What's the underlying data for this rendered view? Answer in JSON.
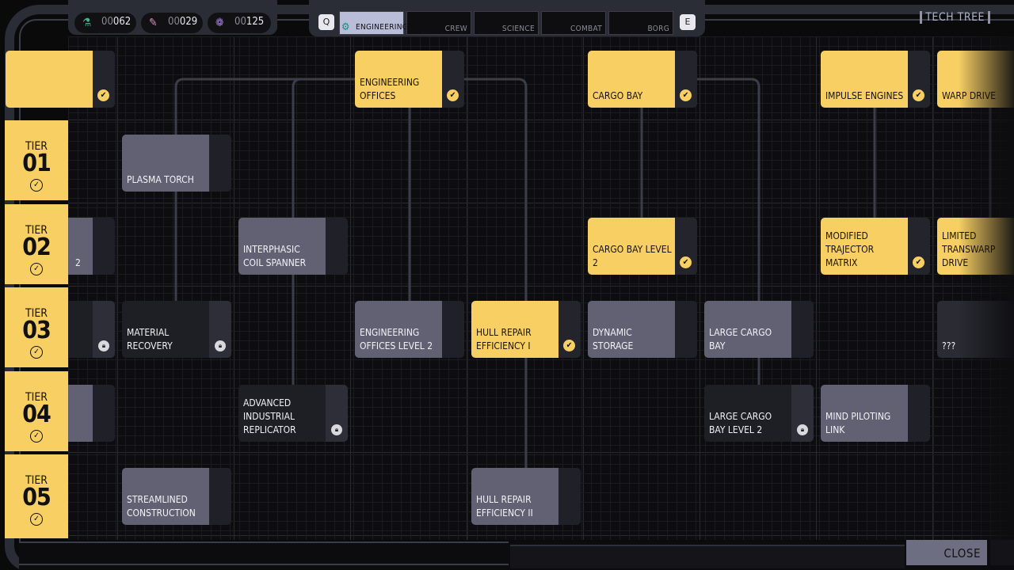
{
  "resources": [
    {
      "icon": "flask-icon",
      "glyph": "⚗",
      "color": "#43b38e",
      "zeros": "00",
      "value": "062"
    },
    {
      "icon": "wrench-icon",
      "glyph": "✎",
      "color": "#d68ec0",
      "zeros": "00",
      "value": "029"
    },
    {
      "icon": "brain-icon",
      "glyph": "❁",
      "color": "#a57fd6",
      "zeros": "00",
      "value": "125"
    }
  ],
  "tabs": {
    "prev_key": "Q",
    "next_key": "E",
    "items": [
      {
        "label": "ENGINEERING",
        "active": true
      },
      {
        "label": "CREW",
        "active": false
      },
      {
        "label": "SCIENCE",
        "active": false
      },
      {
        "label": "COMBAT",
        "active": false
      },
      {
        "label": "BORG",
        "active": false
      }
    ]
  },
  "title": "TECH TREE",
  "tiers": [
    {
      "label": "TIER",
      "number": "01"
    },
    {
      "label": "TIER",
      "number": "02"
    },
    {
      "label": "TIER",
      "number": "03"
    },
    {
      "label": "TIER",
      "number": "04"
    },
    {
      "label": "TIER",
      "number": "05"
    }
  ],
  "nodes": [
    {
      "label": "",
      "state": "done"
    },
    {
      "label": "2",
      "state": "avail"
    },
    {
      "label": "",
      "state": "locked"
    },
    {
      "label": "",
      "state": "avail"
    },
    {
      "label": "PLASMA TORCH",
      "state": "avail"
    },
    {
      "label": "MATERIAL RECOVERY",
      "state": "locked"
    },
    {
      "label": "STREAMLINED CONSTRUCTION",
      "state": "avail"
    },
    {
      "label": "INTERPHASIC COIL SPANNER",
      "state": "avail"
    },
    {
      "label": "ADVANCED INDUSTRIAL REPLICATOR",
      "state": "locked"
    },
    {
      "label": "ENGINEERING OFFICES",
      "state": "done"
    },
    {
      "label": "ENGINEERING OFFICES LEVEL 2",
      "state": "avail"
    },
    {
      "label": "HULL REPAIR EFFICIENCY I",
      "state": "done"
    },
    {
      "label": "HULL REPAIR EFFICIENCY II",
      "state": "avail"
    },
    {
      "label": "CARGO BAY",
      "state": "done"
    },
    {
      "label": "CARGO BAY LEVEL 2",
      "state": "done"
    },
    {
      "label": "DYNAMIC STORAGE",
      "state": "avail"
    },
    {
      "label": "LARGE CARGO BAY",
      "state": "avail"
    },
    {
      "label": "LARGE CARGO BAY LEVEL 2",
      "state": "locked"
    },
    {
      "label": "IMPULSE ENGINES",
      "state": "done"
    },
    {
      "label": "MODIFIED TRAJECTOR MATRIX",
      "state": "done"
    },
    {
      "label": "MIND PILOTING LINK",
      "state": "avail"
    },
    {
      "label": "WARP DRIVE",
      "state": "done"
    },
    {
      "label": "LIMITED TRANSWARP DRIVE",
      "state": "done"
    },
    {
      "label": "???",
      "state": "dark"
    }
  ],
  "close_label": "CLOSE"
}
